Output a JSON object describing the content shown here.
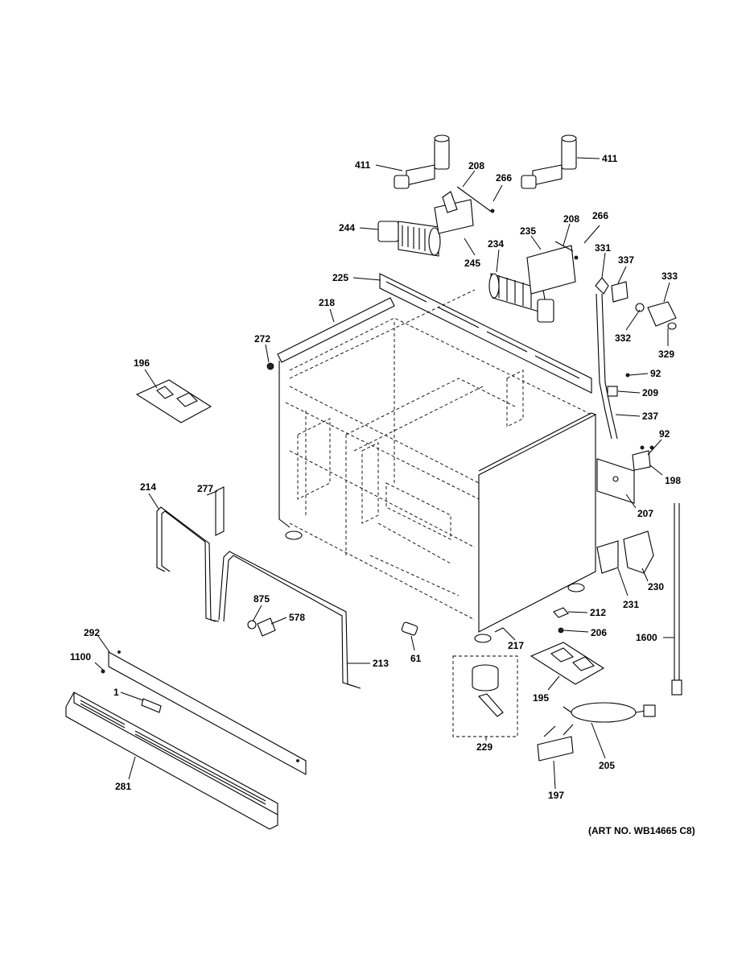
{
  "labels": {
    "p411a": "411",
    "p411b": "411",
    "p208a": "208",
    "p266a": "266",
    "p244": "244",
    "p245": "245",
    "p208b": "208",
    "p266b": "266",
    "p235": "235",
    "p234": "234",
    "p331": "331",
    "p337": "337",
    "p333": "333",
    "p225": "225",
    "p218": "218",
    "p332": "332",
    "p329": "329",
    "p272": "272",
    "p196": "196",
    "p92a": "92",
    "p209": "209",
    "p237": "237",
    "p92b": "92",
    "p198": "198",
    "p277": "277",
    "p214": "214",
    "p207": "207",
    "p230": "230",
    "p231": "231",
    "p875": "875",
    "p578": "578",
    "p212": "212",
    "p206": "206",
    "p1600": "1600",
    "p292": "292",
    "p61": "61",
    "p217": "217",
    "p213": "213",
    "p1100": "1100",
    "p1": "1",
    "p195": "195",
    "p229": "229",
    "p205": "205",
    "p281": "281",
    "p197": "197"
  },
  "art_number": "(ART NO. WB14665 C8)"
}
